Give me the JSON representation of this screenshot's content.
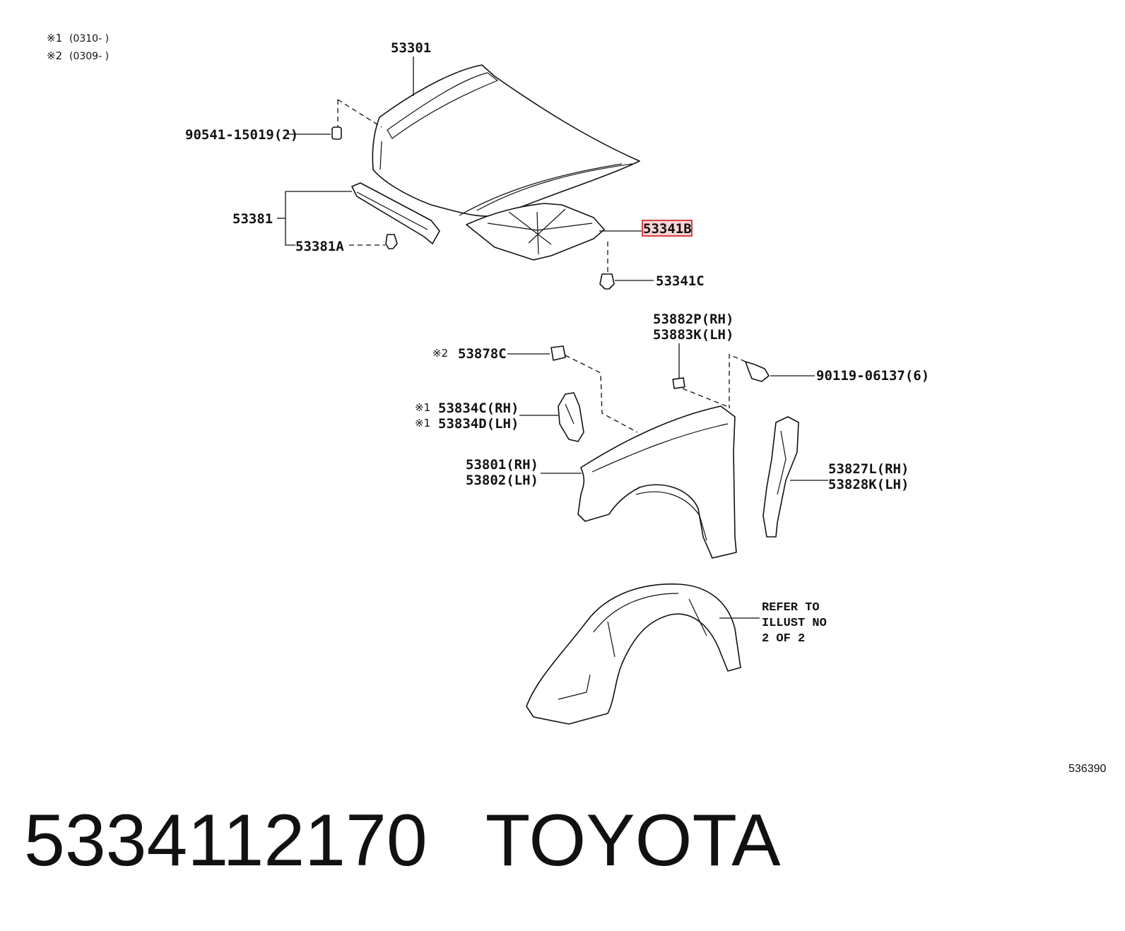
{
  "notes": {
    "note1_mark": "※1",
    "note1_text": "(0310-      )",
    "note2_mark": "※2",
    "note2_text": "(0309-      )"
  },
  "labels": {
    "hood": "53301",
    "hood_cushion": "90541-15019(2)",
    "seal": "53381",
    "seal_clip": "53381A",
    "insulator_highlighted": "53341B",
    "insulator_clip": "53341C",
    "bracket_rh": "53882P(RH)",
    "bracket_lh": "53883K(LH)",
    "fender_clip_mark": "※2",
    "fender_clip": "53878C",
    "bolt": "90119-06137(6)",
    "seal_rh_mark": "※1",
    "seal_rh": "53834C(RH)",
    "seal_lh_mark": "※1",
    "seal_lh": "53834D(LH)",
    "fender_rh": "53801(RH)",
    "fender_lh": "53802(LH)",
    "liner_rh": "53827L(RH)",
    "liner_lh": "53828K(LH)",
    "refer_line1": "REFER TO",
    "refer_line2": "ILLUST NO",
    "refer_line3": "2 OF 2"
  },
  "illustration_id": "536390",
  "caption": {
    "part_number": "5334112170",
    "brand": "TOYOTA"
  },
  "colors": {
    "highlight_fill": "#f7d5d5",
    "highlight_stroke": "#d43030",
    "ink": "#111111"
  }
}
